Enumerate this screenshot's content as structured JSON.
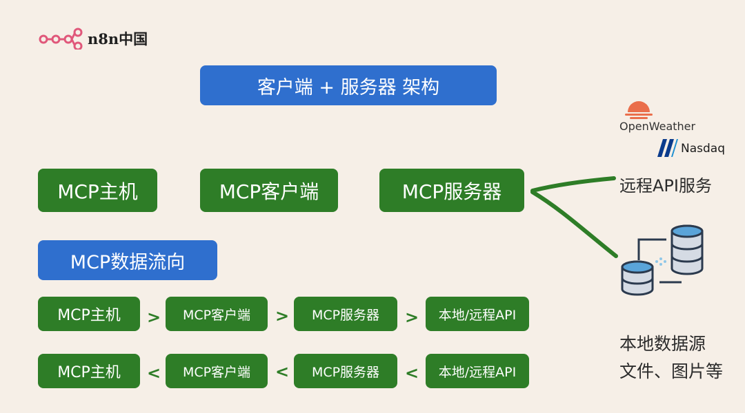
{
  "logo": {
    "text": "n8n中国",
    "color": "#e0577a"
  },
  "header": {
    "title": "客户端 + 服务器 架构"
  },
  "nodes": {
    "host": "MCP主机",
    "client": "MCP客户端",
    "server": "MCP服务器"
  },
  "flow_title": "MCP数据流向",
  "flow_rows": [
    {
      "items": [
        "MCP主机",
        "MCP客户端",
        "MCP服务器",
        "本地/远程API"
      ],
      "separator": ">"
    },
    {
      "items": [
        "MCP主机",
        "MCP客户端",
        "MCP服务器",
        "本地/远程API"
      ],
      "separator": "<"
    }
  ],
  "remote": {
    "brands": [
      "OpenWeather",
      "Nasdaq"
    ],
    "label": "远程API服务"
  },
  "local": {
    "label_line1": "本地数据源",
    "label_line2": "文件、图片等"
  },
  "colors": {
    "green": "#2e7d27",
    "blue": "#2f6fce",
    "background": "#f6efe7"
  }
}
